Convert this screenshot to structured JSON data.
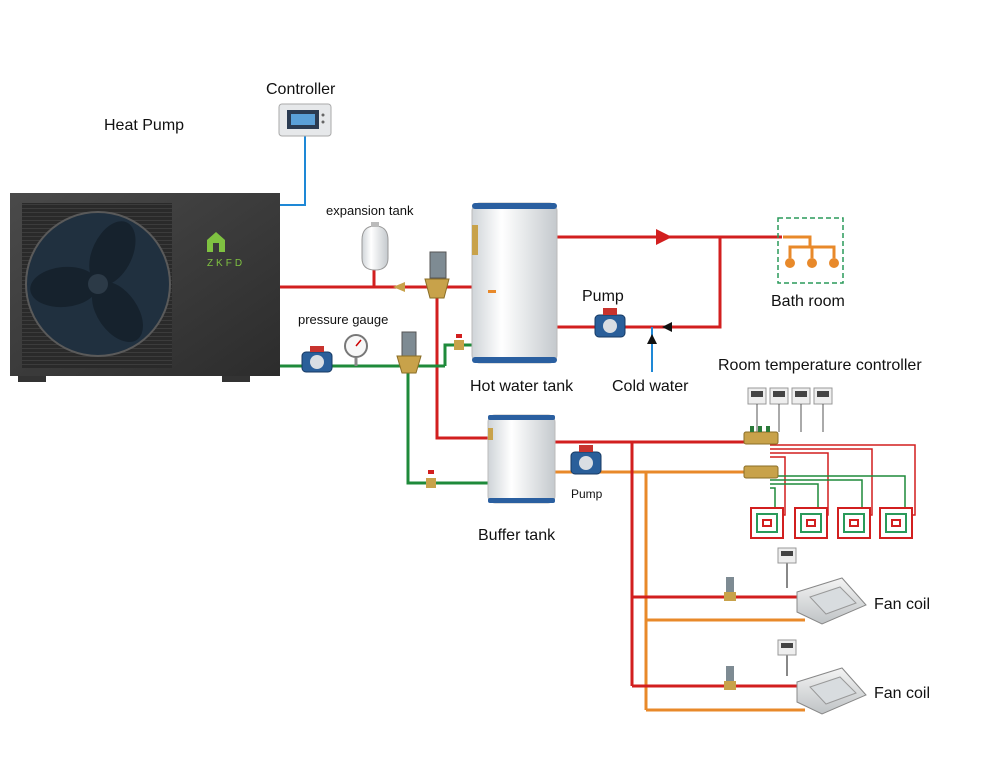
{
  "labels": {
    "heat_pump": "Heat Pump",
    "controller": "Controller",
    "expansion_tank": "expansion tank",
    "pressure_gauge": "pressure gauge",
    "hot_water_tank": "Hot water tank",
    "pump_top": "Pump",
    "cold_water": "Cold water",
    "bath_room": "Bath room",
    "room_temp_controller": "Room temperature controller",
    "buffer_tank": "Buffer tank",
    "pump_bottom": "Pump",
    "fan_coil_1": "Fan coil",
    "fan_coil_2": "Fan coil",
    "brand_logo": "ZKFD"
  },
  "colors": {
    "hot_pipe": "#d21f1f",
    "return_pipe": "#e8892a",
    "green_pipe": "#1e8a3a",
    "cold_pipe": "#1e88d6",
    "heat_pump_body": "#3a3a3a",
    "logo_green": "#7fc241",
    "bath_border": "#2a9a5a"
  }
}
